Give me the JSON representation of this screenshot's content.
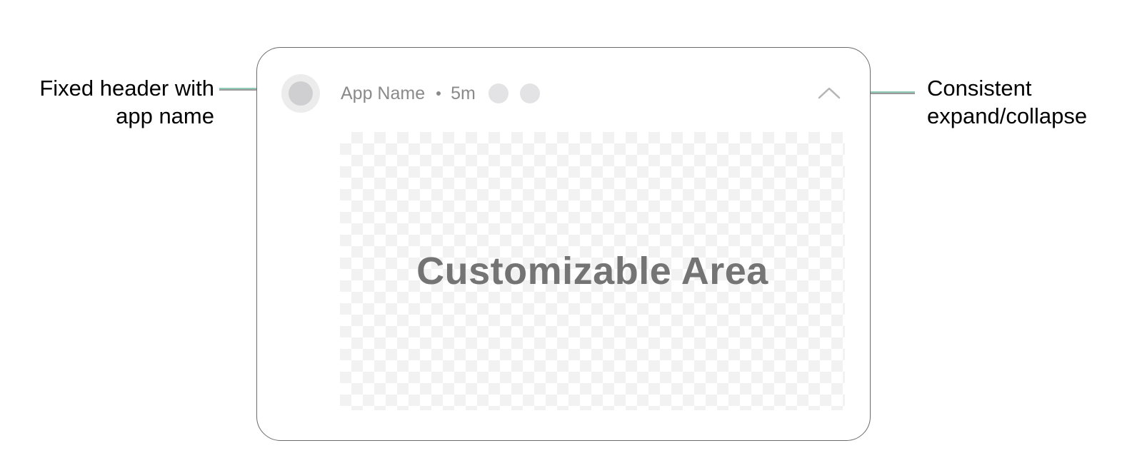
{
  "callouts": {
    "left": {
      "line1": "Fixed header with",
      "line2": "app name"
    },
    "right": {
      "line1": "Consistent",
      "line2": "expand/collapse"
    }
  },
  "notification": {
    "app_name": "App Name",
    "separator": "•",
    "time": "5m",
    "expand_icon": "chevron-up-icon",
    "custom_area_label": "Customizable Area"
  },
  "colors": {
    "leader_accent": "#8fcbb6",
    "card_border": "#6b6b6b",
    "header_text": "#8a8a8a",
    "placeholder_dot": "#e3e3e5",
    "checker": "#f2f2f2",
    "area_label": "#747474"
  }
}
